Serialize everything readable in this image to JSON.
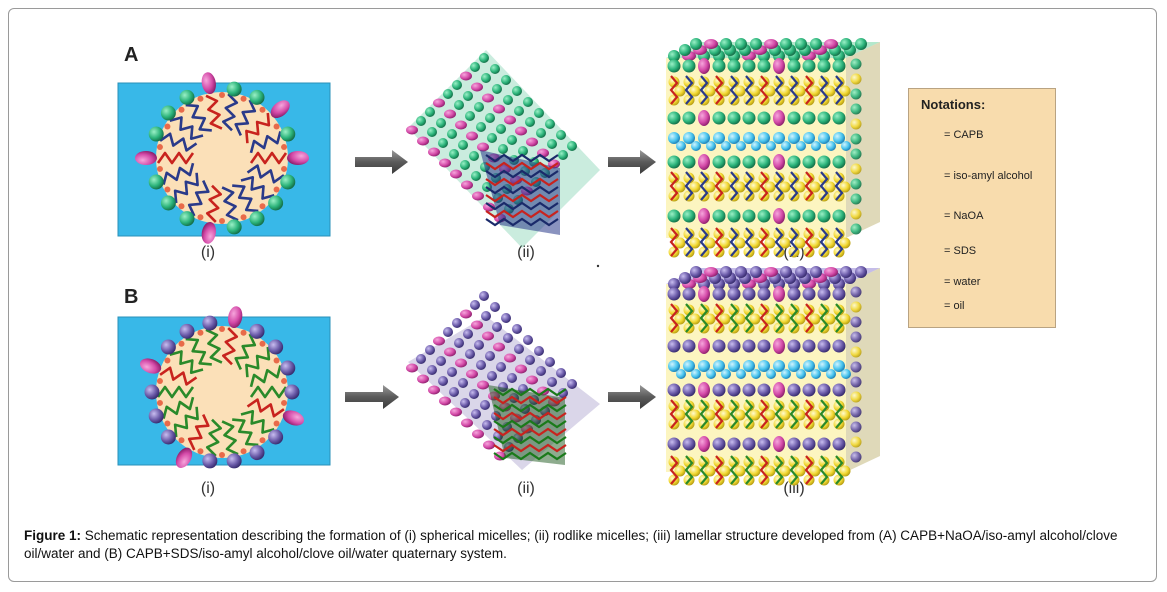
{
  "panels": [
    {
      "letter": "A",
      "labels": [
        "(i)",
        "(ii)",
        "(iii)"
      ]
    },
    {
      "letter": "B",
      "labels": [
        "(i)",
        "(ii)",
        "(iii)"
      ]
    }
  ],
  "legend": {
    "title": "Notations:",
    "items": [
      {
        "label": "= CAPB",
        "icon": "capb-icon"
      },
      {
        "label": "= iso-amyl alcohol",
        "icon": "iso-amyl-alcohol-icon"
      },
      {
        "label": "= NaOA",
        "icon": "naoa-icon"
      },
      {
        "label": "= SDS",
        "icon": "sds-icon"
      },
      {
        "label": "= water",
        "icon": "water-swatch"
      },
      {
        "label": "= oil",
        "icon": "oil-swatch"
      }
    ]
  },
  "caption": {
    "lead": "Figure 1:",
    "text": " Schematic representation describing the formation of (i) spherical micelles; (ii) rodlike micelles; (iii) lamellar structure developed from (A) CAPB+NaOA/iso-amyl alcohol/clove oil/water and (B) CAPB+SDS/iso-amyl alcohol/clove oil/water quaternary system."
  },
  "colors": {
    "water": "#38b8e8",
    "oil": "#f7e24a",
    "core": "#fbe0b8",
    "capb_head": "#d44aa8",
    "naoa_head": "#2bb37a",
    "sds_head": "#6a5aa8",
    "tail_red": "#c8231e",
    "tail_blue": "#2a3a8a",
    "tail_green": "#2a8a2a",
    "alcohol": "#e86a4a",
    "legend_bg": "#f8dcad"
  }
}
